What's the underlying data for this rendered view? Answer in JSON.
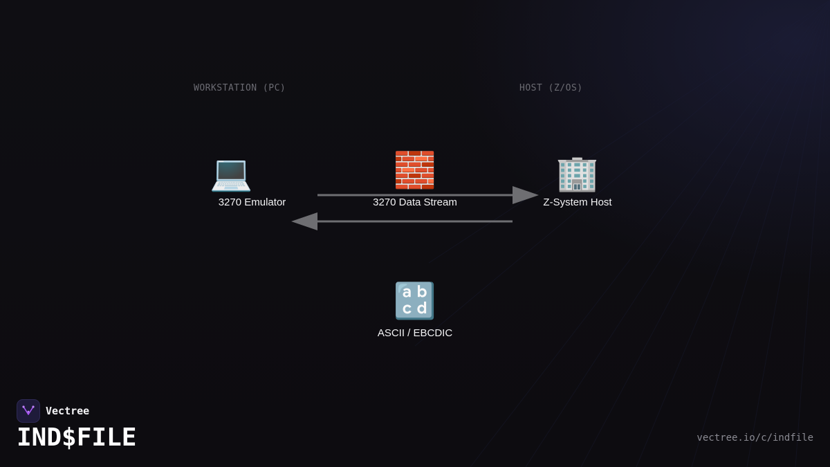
{
  "labels": {
    "workstation": "WORKSTATION (PC)",
    "host": "HOST (Z/OS)"
  },
  "nodes": {
    "emulator": {
      "icon": "💻",
      "icon_name": "laptop-icon",
      "label": "3270 Emulator"
    },
    "data_stream": {
      "icon": "🧱",
      "icon_name": "brick-wall-icon",
      "label": "3270 Data Stream"
    },
    "host": {
      "icon": "🏢",
      "icon_name": "office-building-icon",
      "label": "Z-System Host"
    },
    "encoding": {
      "icon": "🔡",
      "icon_name": "abcd-letters-icon",
      "label": "ASCII / EBCDIC"
    }
  },
  "arrows": {
    "color": "#6e6e72"
  },
  "brand": {
    "name": "Vectree",
    "logo_icon": "vectree-logo-icon",
    "accent": "#a855f7"
  },
  "footer": {
    "title": "IND$FILE",
    "url": "vectree.io/c/indfile"
  }
}
